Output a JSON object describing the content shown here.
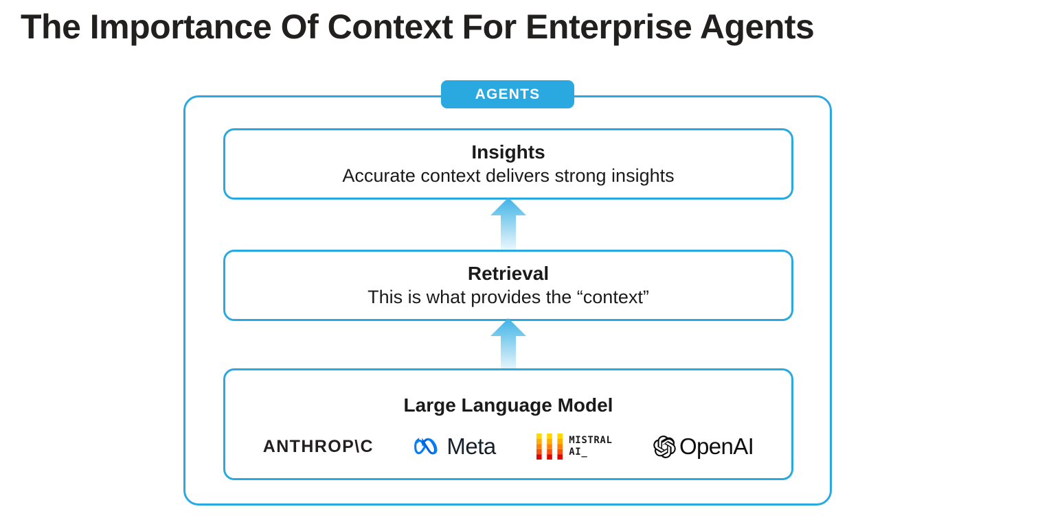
{
  "page": {
    "title": "The Importance Of Context For Enterprise Agents",
    "background_color": "#ffffff",
    "accent_color": "#29a9e0",
    "text_color": "#1a1a1a"
  },
  "diagram": {
    "container_label": "AGENTS",
    "layers": [
      {
        "id": "insights",
        "title": "Insights",
        "subtitle": "Accurate context delivers strong insights"
      },
      {
        "id": "retrieval",
        "title": "Retrieval",
        "subtitle": "This is what provides the “context”"
      },
      {
        "id": "llm",
        "title": "Large Language Model",
        "subtitle": ""
      }
    ],
    "arrows": [
      {
        "id": "llm-to-retrieval",
        "direction": "up",
        "from": "llm",
        "to": "retrieval"
      },
      {
        "id": "retrieval-to-insights",
        "direction": "up",
        "from": "retrieval",
        "to": "insights"
      }
    ],
    "vendor_logos": [
      {
        "id": "anthropic",
        "name": "ANTHROP\\C",
        "mark": "anthropic-logo-icon",
        "color": "#231f20"
      },
      {
        "id": "meta",
        "name": "Meta",
        "mark": "meta-infinity-icon",
        "color": "#0081fb"
      },
      {
        "id": "mistral",
        "name_line1": "MISTRAL",
        "name_line2": "AI_",
        "mark": "mistral-m-icon",
        "color": "#ff7000"
      },
      {
        "id": "openai",
        "name": "OpenAI",
        "mark": "openai-blossom-icon",
        "color": "#0d0d0d"
      }
    ]
  }
}
